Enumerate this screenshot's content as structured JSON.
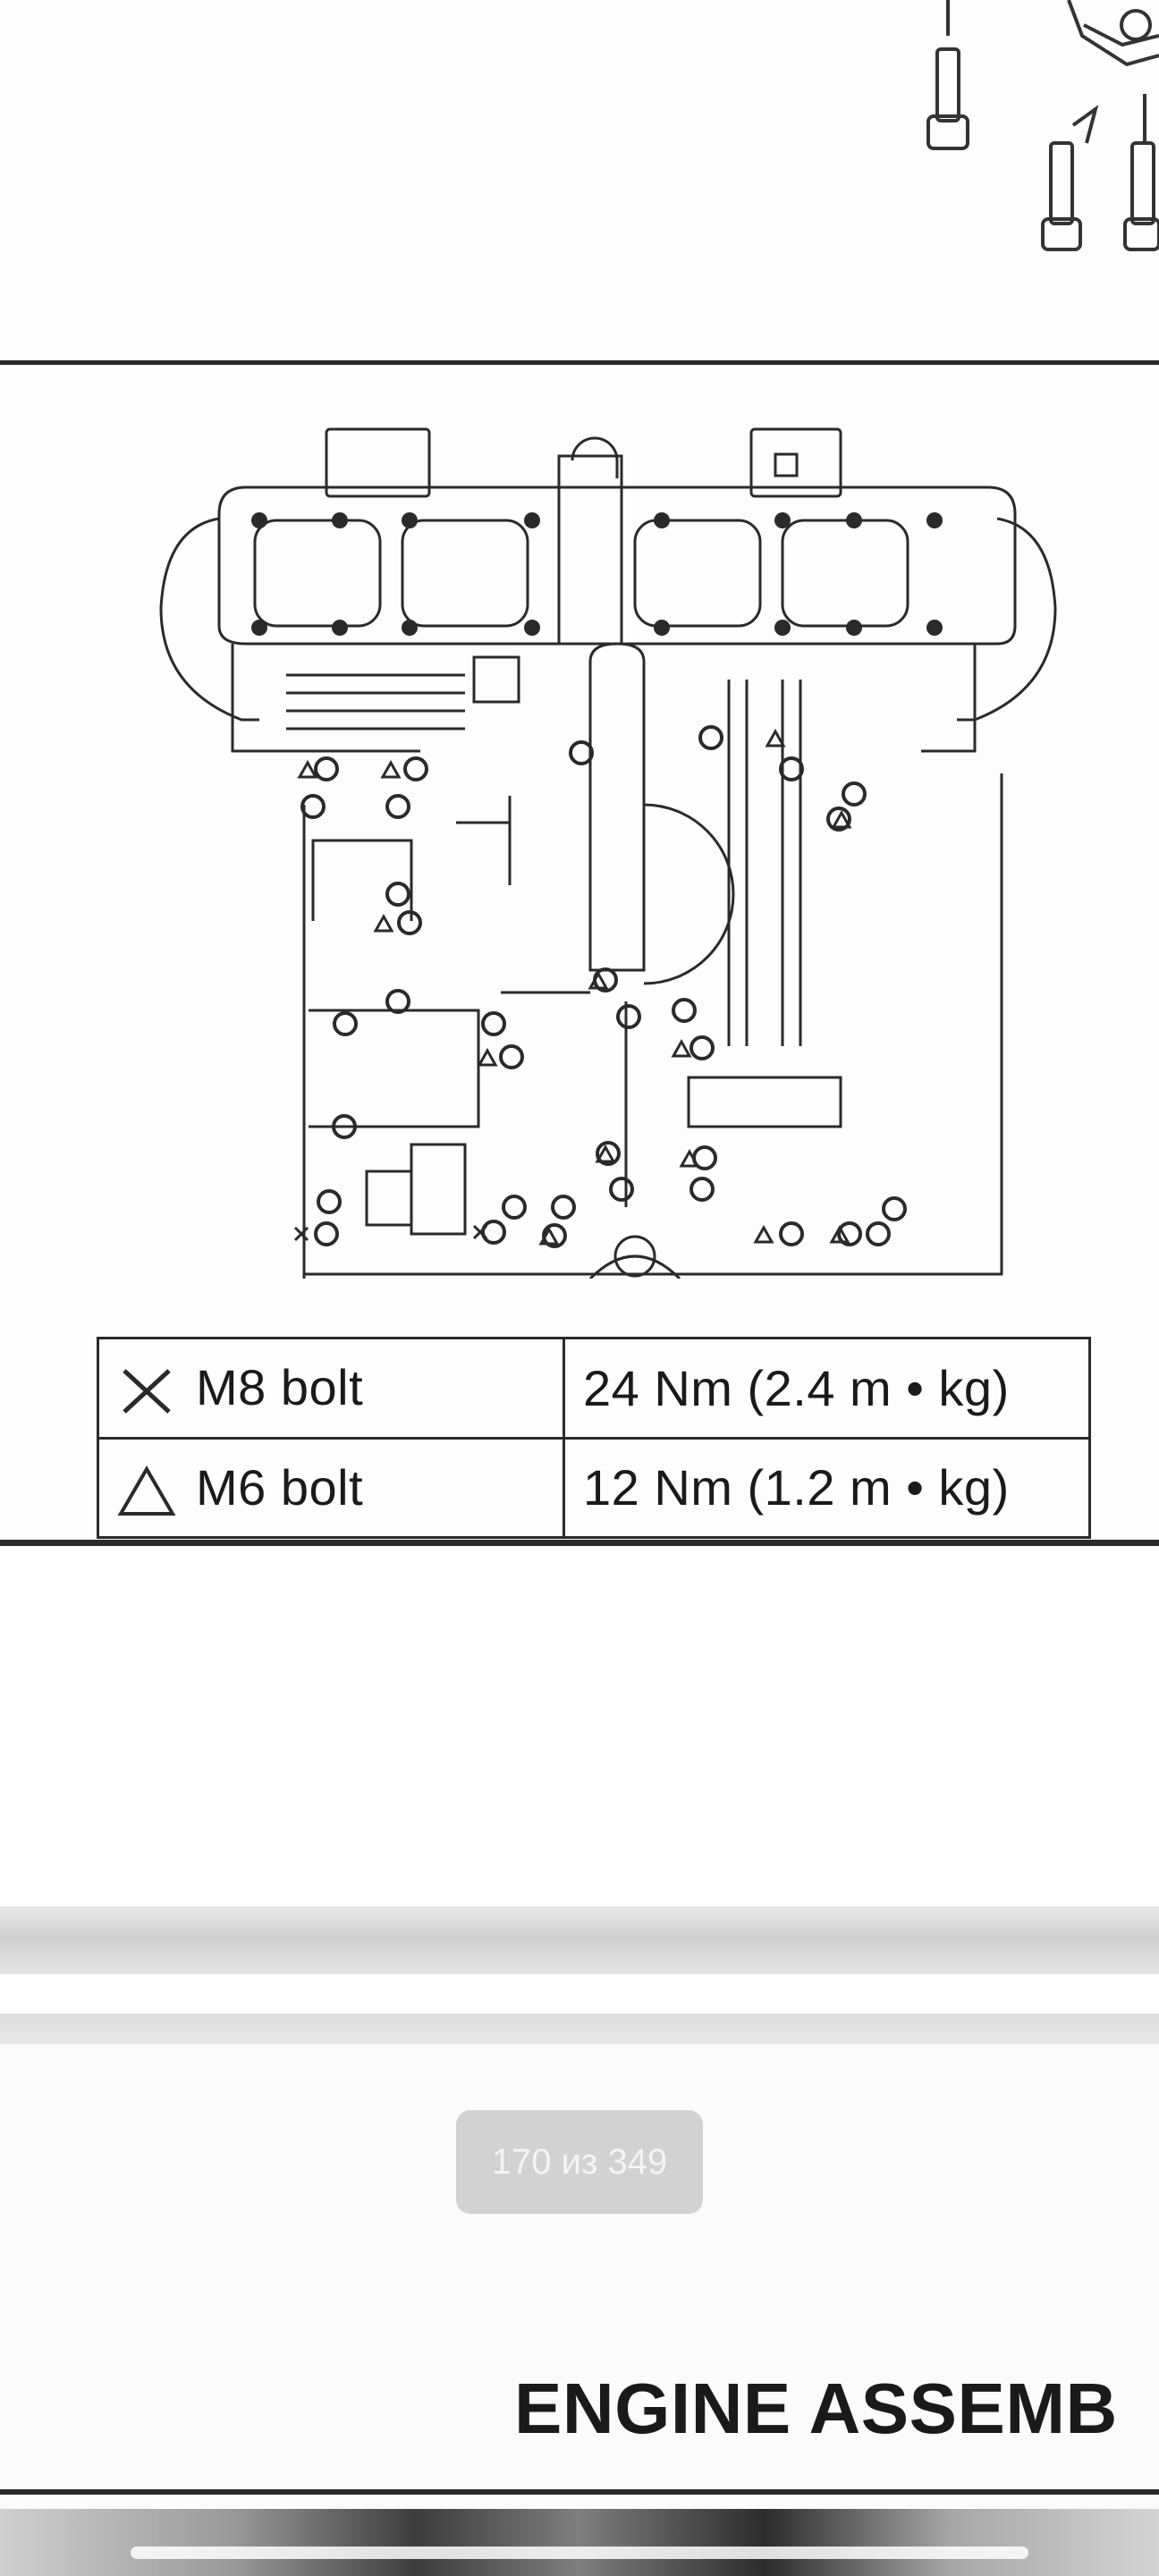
{
  "torque_table": {
    "rows": [
      {
        "symbol_icon": "cross-icon",
        "bolt": "M8 bolt",
        "torque": "24 Nm (2.4 m • kg)"
      },
      {
        "symbol_icon": "triangle-icon",
        "bolt": "M6 bolt",
        "torque": "12 Nm (1.2 m • kg)"
      }
    ]
  },
  "viewer": {
    "page_counter": "170 из 349"
  },
  "next_page": {
    "section_title": "ENGINE ASSEMB"
  },
  "diagram": {
    "name": "crankcase-bolt-tightening-diagram",
    "legend_symbols": [
      "cross-icon",
      "triangle-icon"
    ]
  },
  "colors": {
    "ink": "#2a2a2a",
    "paper": "#fdfdfd",
    "counter_bg": "#cdcdcd",
    "counter_text": "#f4f4f4"
  }
}
